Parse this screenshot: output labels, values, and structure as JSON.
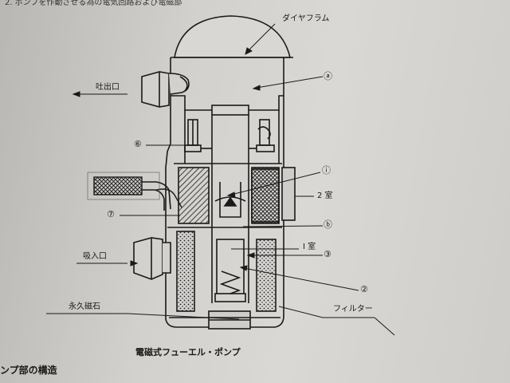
{
  "header_text": "2. ポンプを作動させる為の電気回路および電磁部",
  "caption": "電磁式フューエル・ポンプ",
  "section_heading": "ンプ部の構造",
  "labels": {
    "diaphragm": "ダイヤフラム",
    "outlet": "吐出口",
    "inlet": "吸入口",
    "magnet": "永久磁石",
    "filter": "フィルター",
    "chamber2": "2 室",
    "chamber1": "I 室"
  },
  "callouts": {
    "a": "ⓐ",
    "b": "ⓑ",
    "i": "ⓘ",
    "n2": "②",
    "n3": "③",
    "n6": "⑥",
    "n7": "⑦"
  },
  "colors": {
    "ink": "#1a1a1a",
    "paper": "#d6d4d1"
  }
}
